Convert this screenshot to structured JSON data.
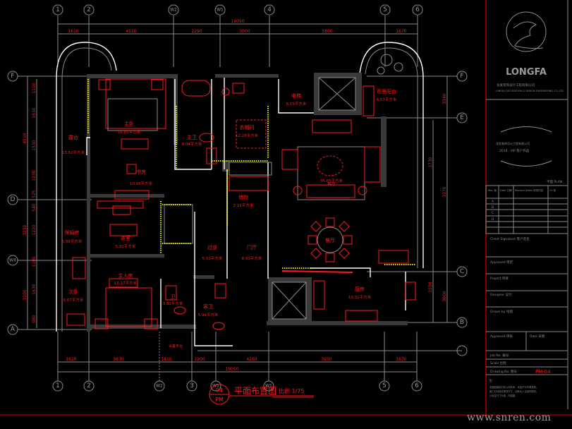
{
  "drawing": {
    "title": "平面布置图",
    "scale": "比例 1/75",
    "index_top": "04",
    "index_bottom": "PM",
    "axes_top": [
      "1",
      "2",
      "W2",
      "W1",
      "4",
      "5",
      "6"
    ],
    "axes_bottom": [
      "1",
      "2",
      "W2",
      "3",
      "W1",
      "W1",
      "5",
      "6"
    ],
    "axes_left": [
      "F",
      "D",
      "W4",
      "A"
    ],
    "axes_right": [
      "F",
      "E",
      "C",
      "B"
    ],
    "dims_top_total": "19050",
    "dims_top": [
      "1610",
      "4510",
      "2290",
      "3000",
      "5800",
      "1670"
    ],
    "dims_bottom_total": "19050",
    "dims_bottom": [
      "1610",
      "3670",
      "1810",
      "1900",
      "4260",
      "3950",
      "1670"
    ],
    "dims_left_total": [
      "4510",
      "3250",
      "3100"
    ],
    "dims_left": [
      "1110",
      "1630",
      "1530",
      "1230",
      "525",
      "540",
      "1220",
      "1190",
      "1630",
      "980"
    ],
    "dims_right": [
      "3340",
      "3370",
      "1730",
      "1550",
      "3600"
    ]
  },
  "rooms": [
    {
      "name": "主卧",
      "area": "16.85平方米"
    },
    {
      "name": "主卫",
      "area": "8.04平方米"
    },
    {
      "name": "衣帽间",
      "area": "12.28平方米"
    },
    {
      "name": "书房",
      "area": "10.95平方米"
    },
    {
      "name": "露台",
      "area": "13.62平方米"
    },
    {
      "name": "储物",
      "area": "2.11平方米"
    },
    {
      "name": "茶室",
      "area": "5.92平方米"
    },
    {
      "name": "保姆房",
      "area": "5.98平方米"
    },
    {
      "name": "次卧",
      "area": "6.67平方米"
    },
    {
      "name": "主人房",
      "area": "15.17平方米"
    },
    {
      "name": "卫",
      "area": "3.81平方米"
    },
    {
      "name": "过道",
      "area": "5.53平方米"
    },
    {
      "name": "门厅",
      "area": "8.93平方米"
    },
    {
      "name": "客卫",
      "area": "5.94平方米"
    },
    {
      "name": "客厅",
      "area": "35.65平方米"
    },
    {
      "name": "餐厅",
      "area": ""
    },
    {
      "name": "厨房",
      "area": "10.31平方米"
    },
    {
      "name": "电梯",
      "area": "6.15平方米"
    },
    {
      "name": "观景阳台",
      "area": "6.57平方米"
    },
    {
      "name": "设备平台",
      "area": ""
    }
  ],
  "title_block": {
    "logo": "LONGFA",
    "company": "龙发装饰设计工程有限公司",
    "company_en": "LONGFA DECORATION & DESIGN ENGINEERING CO.,LTD",
    "project_name": "2014 · VIP 客户作品",
    "sheet_label": "平面 PLAN",
    "rev_headers": [
      "Rev. 版",
      "Date 日期",
      "Revised Detail 修改内容",
      "Ck 核"
    ],
    "rev_rows": [
      "A",
      "B",
      "C",
      "D",
      ""
    ],
    "client_label": "Client Signature 客户签名",
    "approved_label": "Approved 审定",
    "project_label": "Project 项目",
    "designer_label": "Designer 设计",
    "drawn_label": "Drawn by 绘图",
    "approved2_label": "Approved 审核",
    "date_label": "Date 日期",
    "job_label": "Job No. 编号",
    "scale_label": "Scale 比例",
    "drawing_label": "Drawing No. 图号",
    "drawing_no": "PM-04",
    "notes_label": "注:",
    "notes": [
      "本图纸版权归本公司所有，未经许可不得复制。",
      "施工时请核实现场尺寸，如有出入请及时联系。",
      "以标注尺寸为准，勿量图。"
    ]
  },
  "watermark": "www.snren.com"
}
